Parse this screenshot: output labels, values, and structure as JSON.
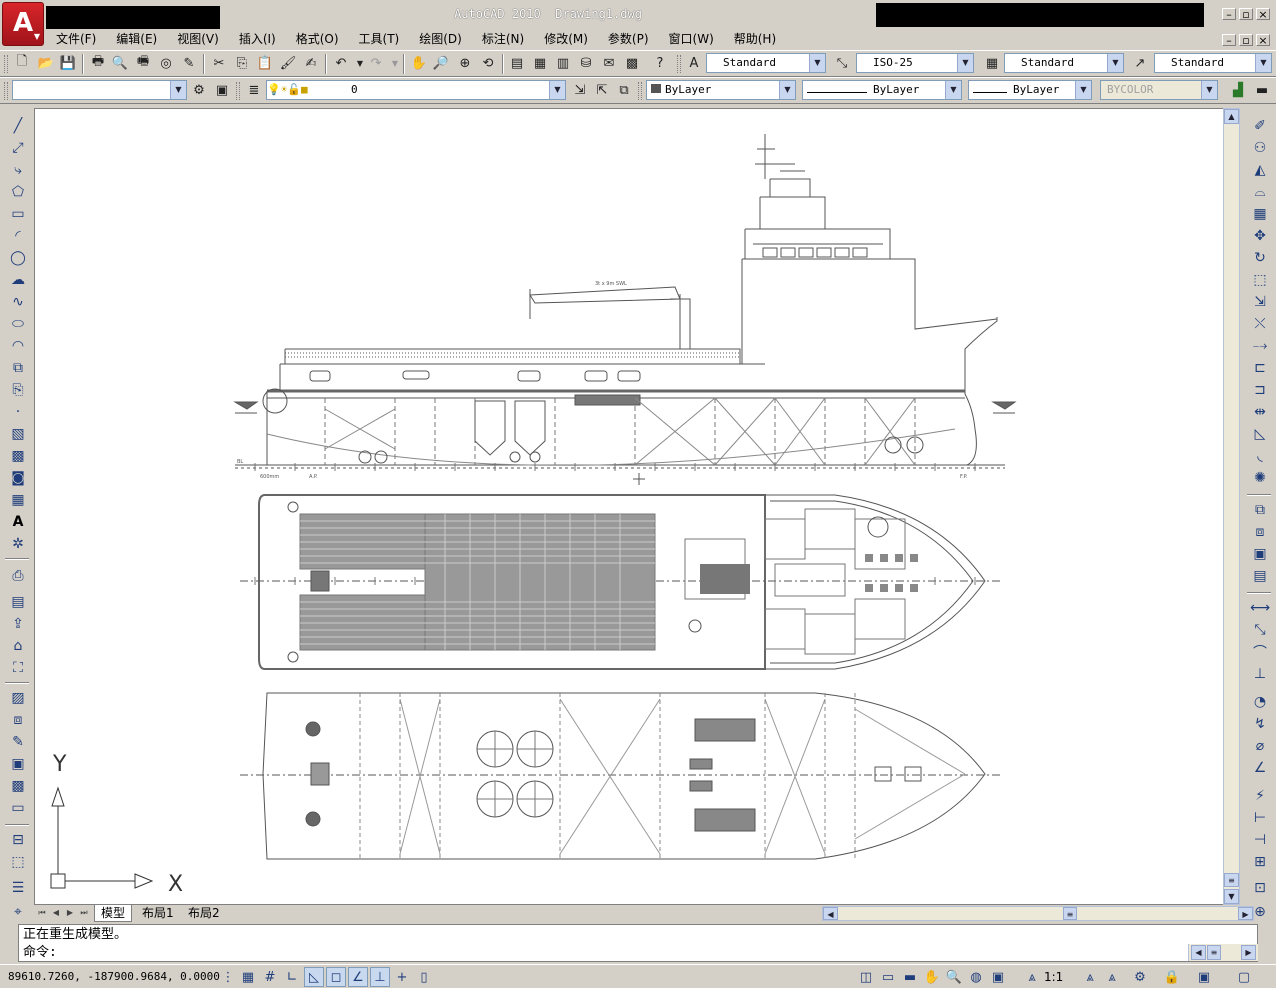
{
  "window": {
    "app_name": "AutoCAD 2010",
    "document": "Drawing1.dwg",
    "logo_letter": "A"
  },
  "menu": [
    "文件(F)",
    "编辑(E)",
    "视图(V)",
    "插入(I)",
    "格式(O)",
    "工具(T)",
    "绘图(D)",
    "标注(N)",
    "修改(M)",
    "参数(P)",
    "窗口(W)",
    "帮助(H)"
  ],
  "styles_toolbar": {
    "text_style": "Standard",
    "dim_style": "ISO-25",
    "table_style": "Standard",
    "multileader_style": "Standard"
  },
  "layers_toolbar": {
    "workspace": "",
    "current_layer": "0"
  },
  "properties_toolbar": {
    "color": "ByLayer",
    "linetype": "ByLayer",
    "lineweight": "ByLayer",
    "plot_style": "BYCOLOR"
  },
  "ucs": {
    "x_label": "X",
    "y_label": "Y"
  },
  "layout_tabs": [
    "模型",
    "布局1",
    "布局2"
  ],
  "active_tab": "模型",
  "command_line": {
    "history": "正在重生成模型。",
    "prompt": "命令:"
  },
  "status": {
    "coordinates": "89610.7260,  -187900.9684, 0.0000",
    "annotation_scale": "1:1"
  },
  "drawing": {
    "crane_label": "3t x 9m SWL",
    "scale_label": "600mm",
    "ap_label": "A.P.",
    "fp_label": "F.P.",
    "bl_label": "BL"
  }
}
